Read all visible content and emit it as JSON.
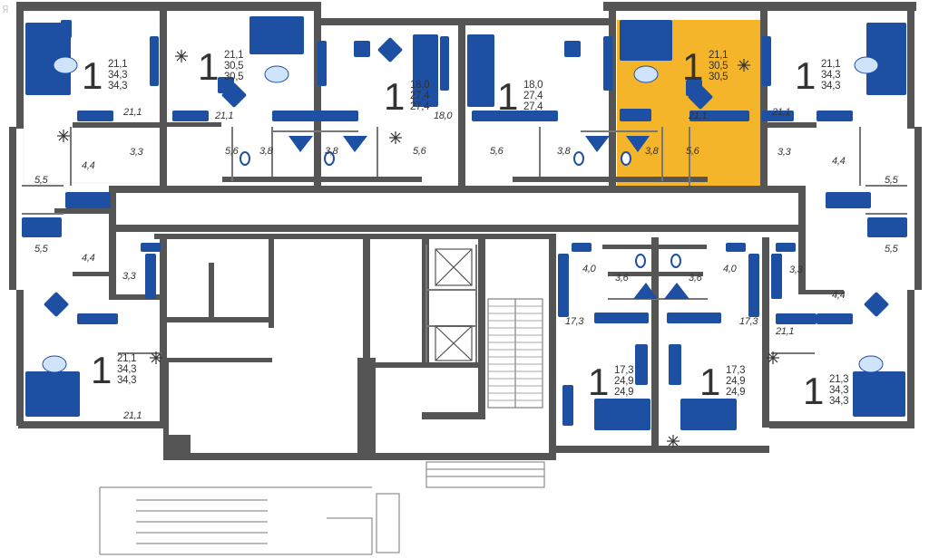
{
  "watermark": "Я",
  "accent_color": "#f4b52a",
  "furniture_color": "#1d4fa3",
  "wall_color": "#555555",
  "apartments": [
    {
      "rooms": "1",
      "areas": [
        "21,1",
        "34,3",
        "34,3"
      ],
      "highlight": false
    },
    {
      "rooms": "1",
      "areas": [
        "21,1",
        "30,5",
        "30,5"
      ],
      "highlight": false
    },
    {
      "rooms": "1",
      "areas": [
        "18,0",
        "27,4",
        "27,4"
      ],
      "highlight": false
    },
    {
      "rooms": "1",
      "areas": [
        "18,0",
        "27,4",
        "27,4"
      ],
      "highlight": false
    },
    {
      "rooms": "1",
      "areas": [
        "21,1",
        "30,5",
        "30,5"
      ],
      "highlight": true
    },
    {
      "rooms": "1",
      "areas": [
        "21,1",
        "34,3",
        "34,3"
      ],
      "highlight": false
    },
    {
      "rooms": "1",
      "areas": [
        "21,1",
        "34,3",
        "34,3"
      ],
      "highlight": false
    },
    {
      "rooms": "1",
      "areas": [
        "17,3",
        "24,9",
        "24,9"
      ],
      "highlight": false
    },
    {
      "rooms": "1",
      "areas": [
        "17,3",
        "24,9",
        "24,9"
      ],
      "highlight": false
    },
    {
      "rooms": "1",
      "areas": [
        "21,3",
        "34,3",
        "34,3"
      ],
      "highlight": false
    }
  ],
  "room_labels": [
    "21,1",
    "21,1",
    "18,0",
    "21,1",
    "21,1",
    "3,3",
    "5,6",
    "3,8",
    "3,8",
    "5,6",
    "5,6",
    "3,8",
    "3,8",
    "5,6",
    "3,3",
    "4,4",
    "5,5",
    "4,4",
    "5,5",
    "5,5",
    "4,4",
    "5,5",
    "4,4",
    "3,3",
    "4,0",
    "3,6",
    "3,6",
    "4,0",
    "3,3",
    "17,3",
    "17,3",
    "21,1",
    "21,1"
  ]
}
